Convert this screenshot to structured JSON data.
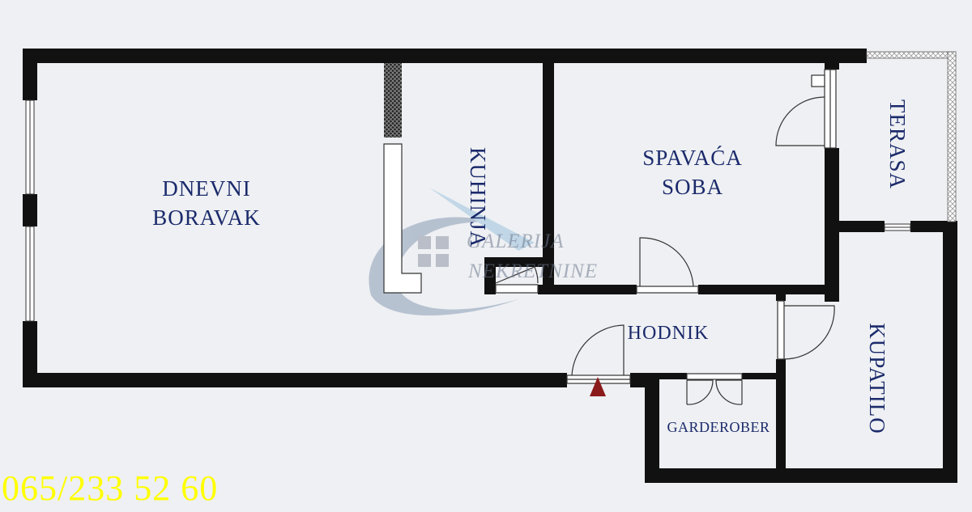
{
  "rooms": {
    "dnevni_boravak": [
      "DNEVNI",
      "BORAVAK"
    ],
    "kuhinja": "KUHINJA",
    "spavaca_soba": [
      "SPAVAĆA",
      "SOBA"
    ],
    "terasa": "TERASA",
    "hodnik": "HODNIK",
    "kupatilo": "KUPATILO",
    "garderober": "GARDEROBER"
  },
  "watermark": [
    "GALERIJA",
    "NEKRETNINE"
  ],
  "phone": "065/233 52 60",
  "colors": {
    "wall": "#111111",
    "label": "#1b2a6b",
    "phone": "#ffff00",
    "entrance_marker": "#8b1a1a",
    "background": "#eef0f3"
  }
}
